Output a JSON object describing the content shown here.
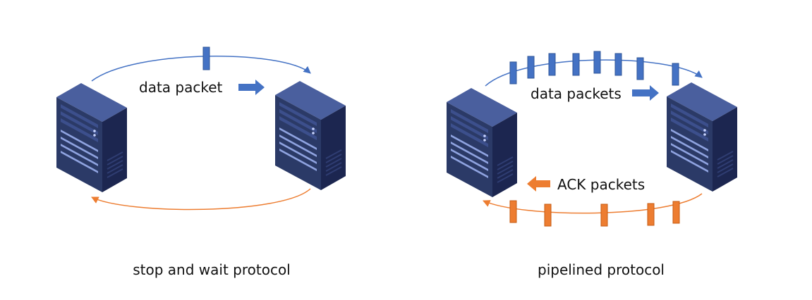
{
  "diagrams": [
    {
      "caption": "stop and wait protocol",
      "data_label": "data packet",
      "data_packet_count": 1,
      "ack_packet_count": 0
    },
    {
      "caption": "pipelined protocol",
      "data_label": "data packets",
      "ack_label": "ACK packets",
      "data_packet_count": 8,
      "ack_packet_count": 5
    }
  ],
  "colors": {
    "data": "#4472c4",
    "ack": "#ed7d31",
    "server_front": "#2b3a67",
    "server_side": "#1c2650",
    "server_top": "#4a5f9e"
  },
  "icons": [
    "server-icon",
    "right-arrow-icon",
    "left-arrow-icon"
  ]
}
